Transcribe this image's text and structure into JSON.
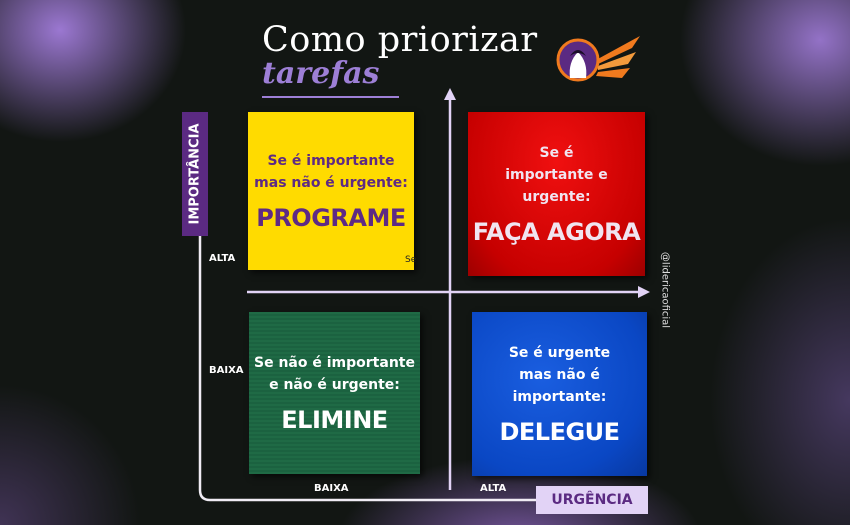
{
  "header": {
    "title": "Como priorizar",
    "subtitle": "tarefas"
  },
  "logo": {
    "name": "lider-logo",
    "colors": {
      "circle": "#5b2a82",
      "wings": "#f07a1e"
    }
  },
  "axes": {
    "vertical_label": "IMPORTÂNCIA",
    "horizontal_label": "URGÊNCIA",
    "vertical_high": "ALTA",
    "vertical_low": "BAIXA",
    "horizontal_low": "BAIXA",
    "horizontal_high": "ALTA"
  },
  "quadrants": [
    {
      "desc": "Se é importante mas não é urgente:",
      "action": "PROGRAME",
      "color": "#ffdb00"
    },
    {
      "desc": "Se é importante e urgente:",
      "action": "FAÇA AGORA",
      "color": "#d80a0a"
    },
    {
      "desc": "Se não é importante e não é urgente:",
      "action": "ELIMINE",
      "color": "#1f6a45"
    },
    {
      "desc": "Se é urgente mas não é importante:",
      "action": "DELEGUE",
      "color": "#0a4fd0"
    }
  ],
  "stray_text": "Se",
  "handle": "@lidericaoficial"
}
